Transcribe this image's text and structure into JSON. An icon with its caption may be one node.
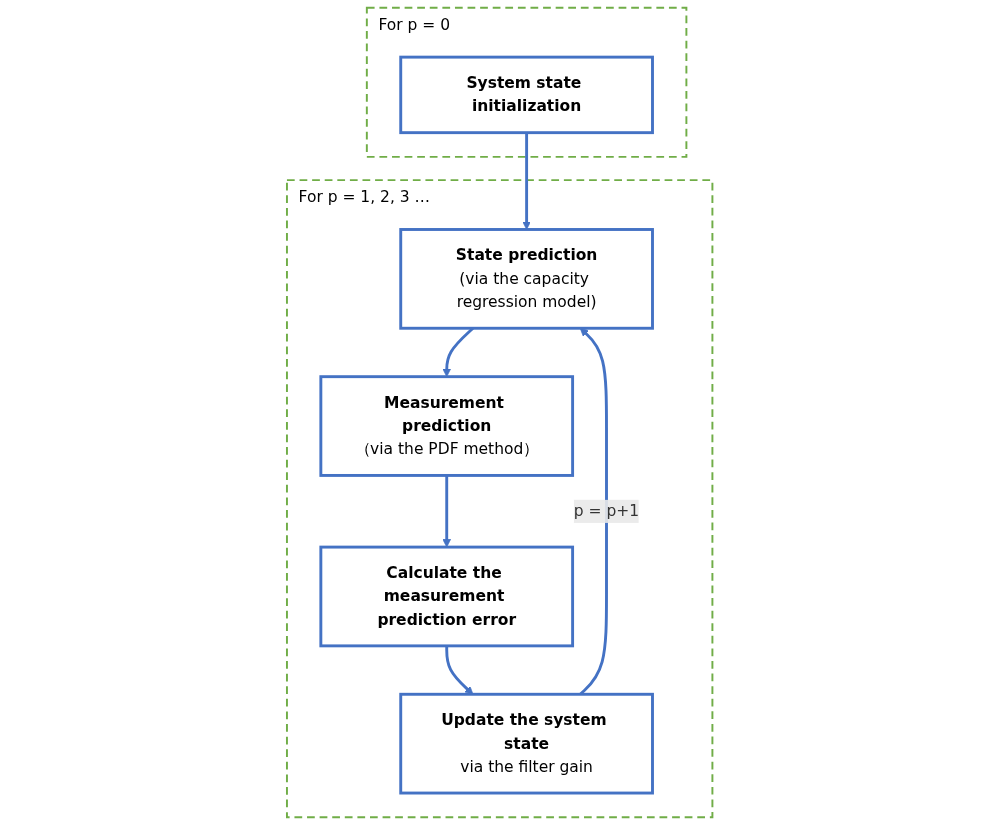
{
  "diagram": {
    "nodes": [
      {
        "text": [
          "For p = 0"
        ]
      },
      {
        "text": [
          "System state initialization"
        ],
        "in": 0
      },
      {
        "text": [
          "For p = 1, 2, 3 …"
        ]
      },
      {
        "text": [
          "State prediction",
          "(via the capacity regression model)"
        ],
        "in": 2
      },
      {
        "text": [
          "Measurement prediction",
          "（via the PDF method）"
        ],
        "in": 2
      },
      {
        "text": [
          "Calculate the measurement prediction error"
        ],
        "in": 2
      },
      {
        "text": [
          "Update the system state",
          "via the filter gain"
        ],
        "in": 2
      }
    ],
    "edges": [
      {
        "from": 1,
        "to": 3,
        "arrow": "to"
      },
      {
        "from": 3,
        "to": 4,
        "arrow": "to"
      },
      {
        "from": 4,
        "to": 5,
        "arrow": "to"
      },
      {
        "from": 5,
        "to": 6,
        "arrow": "to"
      },
      {
        "from": 6,
        "to": 3,
        "arrow": "to",
        "label": "p = p+1"
      }
    ]
  }
}
